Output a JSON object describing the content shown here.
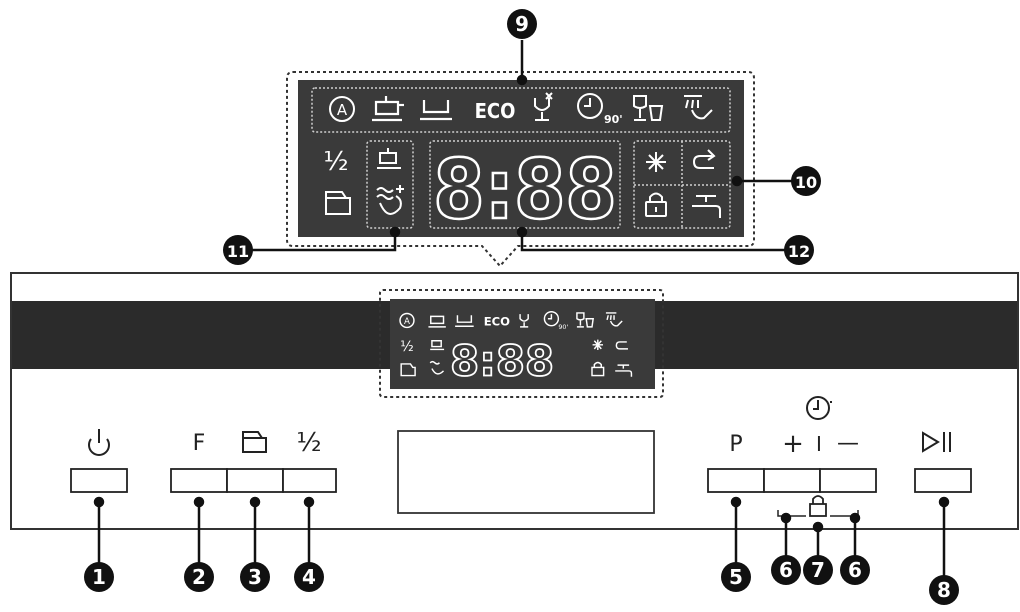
{
  "display": {
    "eco": "ECO",
    "clock": "8:88",
    "half": "½",
    "half_small": "½"
  },
  "panel": {
    "f_label": "F",
    "half_label": "½",
    "p_label": "P",
    "plus_label": "+",
    "bar_label": "I",
    "minus_label": "—"
  },
  "callouts": [
    "1",
    "2",
    "3",
    "4",
    "5",
    "6",
    "7",
    "6",
    "8",
    "9",
    "10",
    "11",
    "12"
  ],
  "icons": {
    "display_top": [
      "auto-program-icon",
      "intensive-pot-icon",
      "normal-bowl-icon",
      "eco-text",
      "glass-care-icon",
      "quick-90-icon",
      "glass-cup-icon",
      "prewash-spray-icon"
    ],
    "display_left": [
      "half-load-icon",
      "lower-basket-icon"
    ],
    "display_options": [
      "pot-option-icon",
      "extra-dry-icon"
    ],
    "display_right": [
      "salt-indicator-icon",
      "rinse-aid-icon",
      "child-lock-icon",
      "water-tap-icon"
    ],
    "buttons": [
      "power-icon",
      "f-letter",
      "lower-basket-icon",
      "half-load-icon",
      "p-letter",
      "plus-sign",
      "bar-sign",
      "minus-sign",
      "play-pause-icon",
      "delay-timer-icon",
      "lock-icon"
    ]
  }
}
